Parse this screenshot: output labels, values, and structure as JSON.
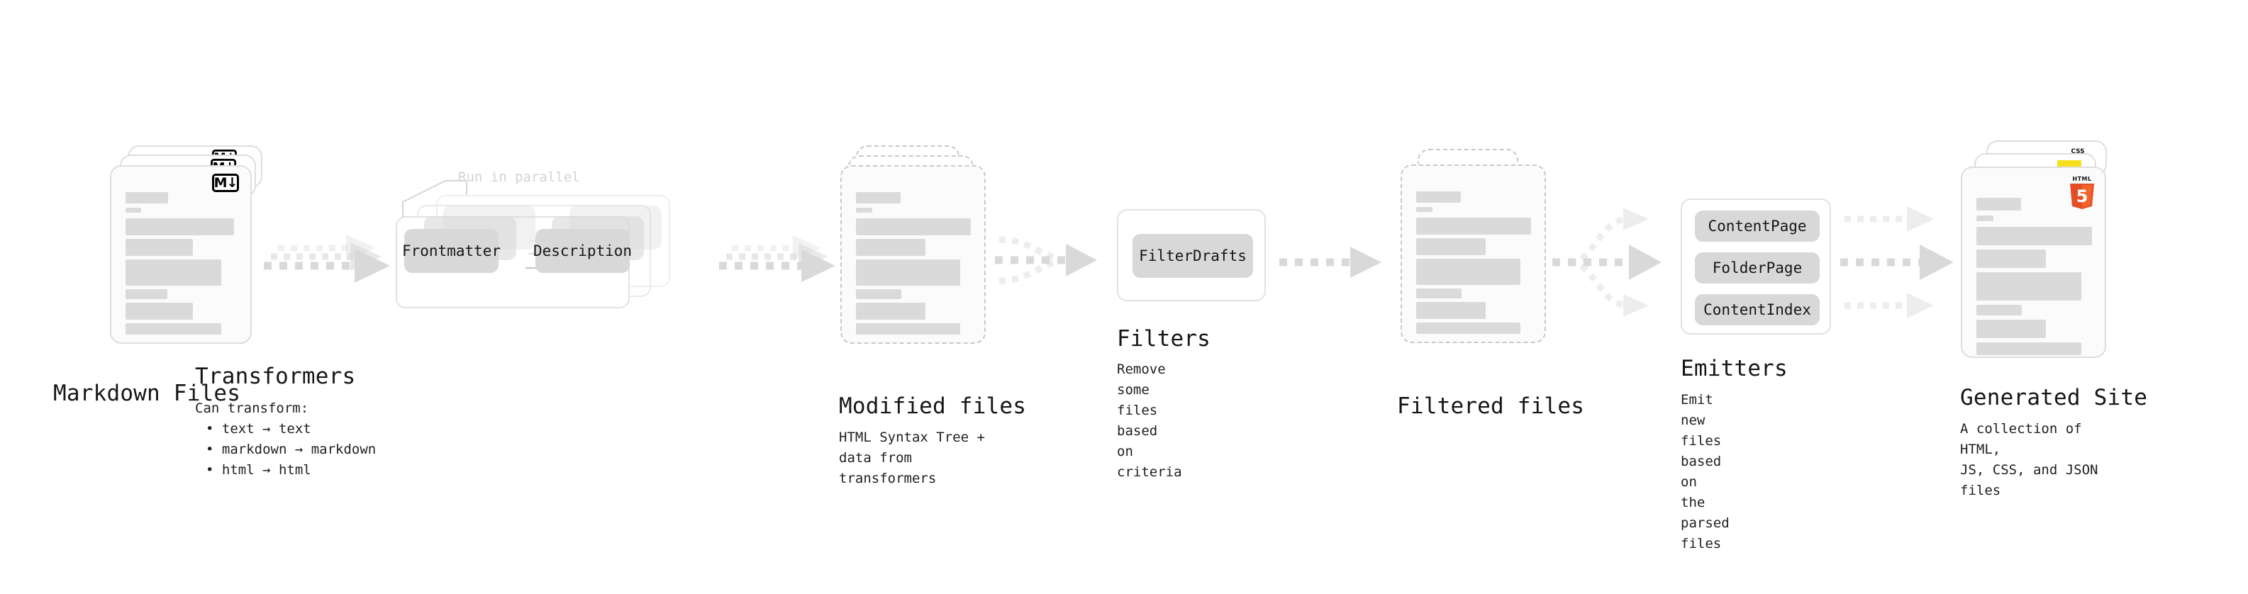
{
  "diagram": {
    "title_semantic": "quartz-build-pipeline",
    "colors": {
      "skeleton": "#dadada",
      "card_border": "#dedede",
      "dashed_border": "#c9c9c9",
      "pill": "#d8d8d8",
      "arrow": "#d9d9d9",
      "muted_text": "#d3d3d3",
      "html5_orange": "#e44d26",
      "html5_orange_light": "#f16529",
      "js_yellow": "#f7df1e",
      "css_blue": "#264de4"
    },
    "stages": [
      {
        "id": "markdown-files",
        "title": "Markdown Files",
        "subtitle": "",
        "badge": "markdown-badge",
        "badge_label": "M↓",
        "card_style": "solid"
      },
      {
        "id": "transformers",
        "title": "Transformers",
        "subtitle": "Can transform:",
        "note": "Run in parallel",
        "bullets": [
          "text → text",
          "markdown → markdown",
          "html → html"
        ],
        "pills": [
          "Frontmatter",
          "Description"
        ]
      },
      {
        "id": "modified-files",
        "title": "Modified files",
        "subtitle": "HTML Syntax Tree +\ndata from transformers",
        "card_style": "dashed"
      },
      {
        "id": "filters",
        "title": "Filters",
        "subtitle": "Remove some files based\non criteria",
        "pills": [
          "FilterDrafts"
        ]
      },
      {
        "id": "filtered-files",
        "title": "Filtered files",
        "subtitle": "",
        "card_style": "dashed"
      },
      {
        "id": "emitters",
        "title": "Emitters",
        "subtitle": "Emit new files based on\nthe parsed files",
        "pills": [
          "ContentPage",
          "FolderPage",
          "ContentIndex"
        ]
      },
      {
        "id": "generated-site",
        "title": "Generated Site",
        "subtitle": "A collection of HTML,\nJS, CSS, and JSON files",
        "badges": [
          "css3-badge",
          "javascript-badge",
          "html5-badge"
        ],
        "badge_labels": {
          "css": "CSS",
          "html5": "HTML",
          "html5_num": "5"
        },
        "card_style": "solid"
      }
    ]
  }
}
